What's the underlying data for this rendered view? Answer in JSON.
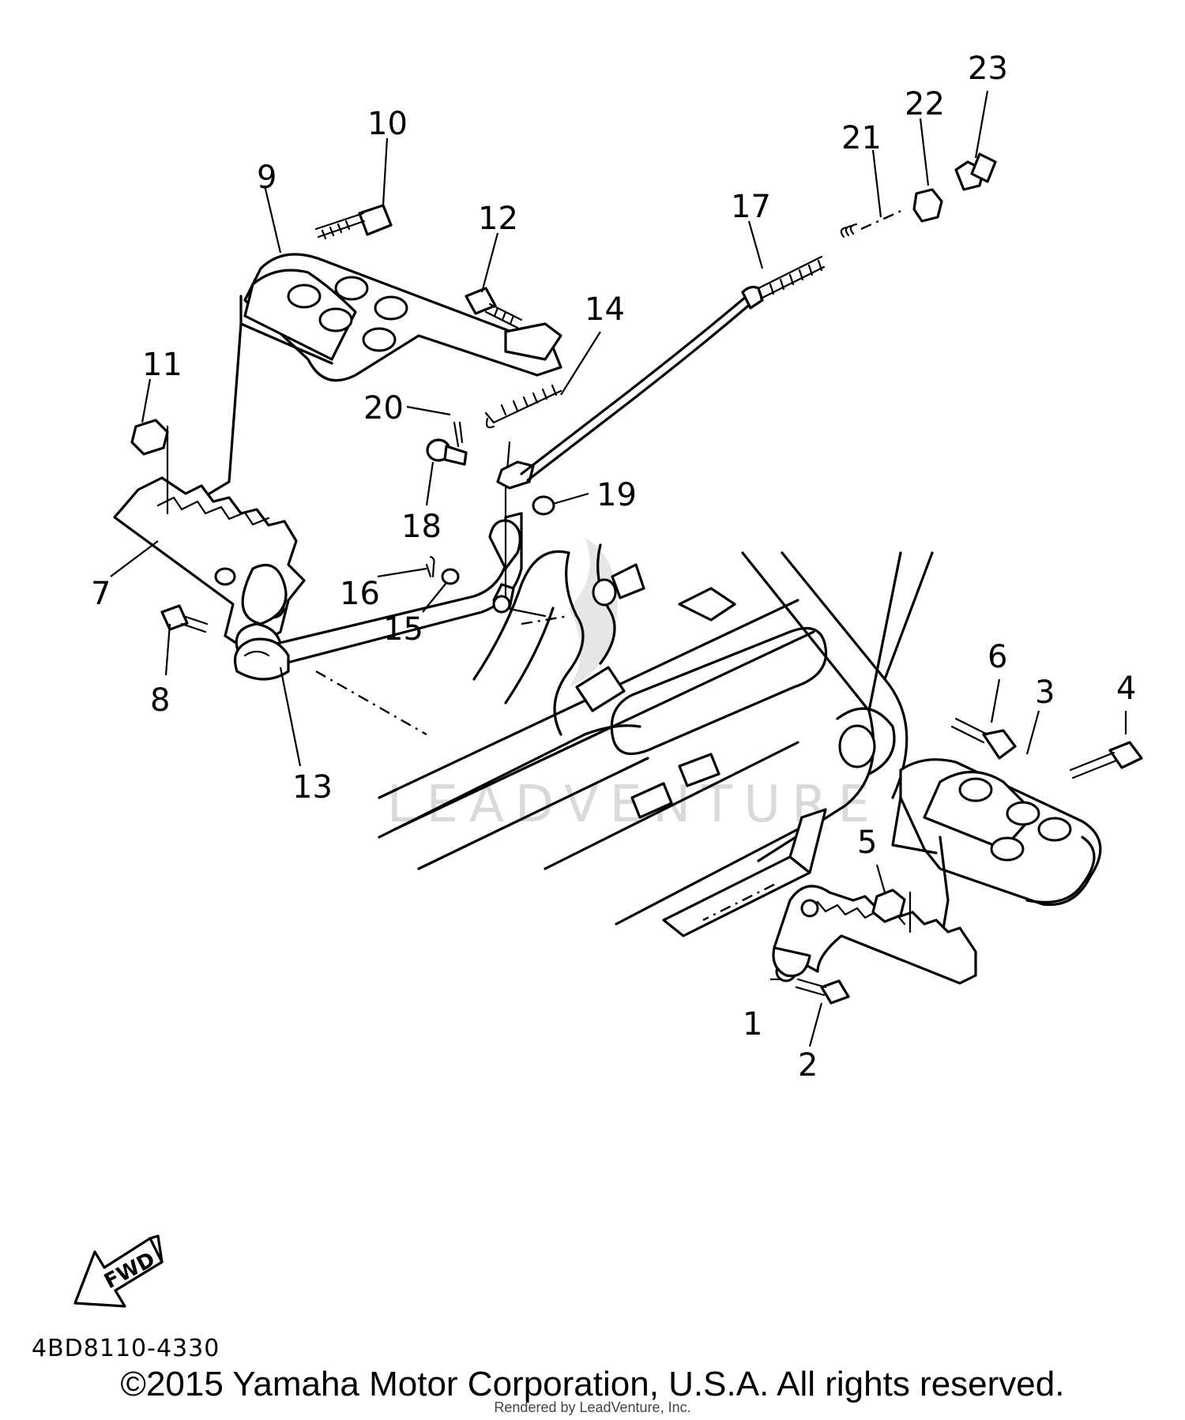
{
  "diagram": {
    "callouts": [
      {
        "id": "1",
        "label": "1"
      },
      {
        "id": "2",
        "label": "2"
      },
      {
        "id": "3",
        "label": "3"
      },
      {
        "id": "4",
        "label": "4"
      },
      {
        "id": "5",
        "label": "5"
      },
      {
        "id": "6",
        "label": "6"
      },
      {
        "id": "7",
        "label": "7"
      },
      {
        "id": "8",
        "label": "8"
      },
      {
        "id": "9",
        "label": "9"
      },
      {
        "id": "10",
        "label": "10"
      },
      {
        "id": "11",
        "label": "11"
      },
      {
        "id": "12",
        "label": "12"
      },
      {
        "id": "13",
        "label": "13"
      },
      {
        "id": "14",
        "label": "14"
      },
      {
        "id": "15",
        "label": "15"
      },
      {
        "id": "16",
        "label": "16"
      },
      {
        "id": "17",
        "label": "17"
      },
      {
        "id": "18",
        "label": "18"
      },
      {
        "id": "19",
        "label": "19"
      },
      {
        "id": "20",
        "label": "20"
      },
      {
        "id": "21",
        "label": "21"
      },
      {
        "id": "22",
        "label": "22"
      },
      {
        "id": "23",
        "label": "23"
      }
    ],
    "fwd_label": "FWD",
    "diagram_code": "4BD8110-4330",
    "watermark": "LEADVENTURE"
  },
  "footer": {
    "copyright": "©2015 Yamaha Motor Corporation, U.S.A. All rights reserved.",
    "rendered_by": "Rendered by LeadVenture, Inc."
  },
  "colors": {
    "ink": "#000000",
    "background": "#ffffff",
    "watermark": "#d9d9d9"
  }
}
